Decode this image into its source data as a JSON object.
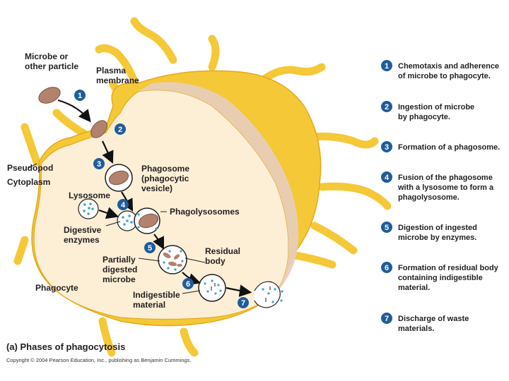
{
  "labels": {
    "microbe": [
      "Microbe or",
      "other particle"
    ],
    "plasma_membrane": [
      "Plasma",
      "membrane"
    ],
    "pseudopod": "Pseudopod",
    "cytoplasm": "Cytoplasm",
    "lysosome": "Lysosome",
    "phagosome": [
      "Phagosome",
      "(phagocytic",
      "vesicle)"
    ],
    "phagolysosomes": "Phagolysosomes",
    "digestive_enzymes": [
      "Digestive",
      "enzymes"
    ],
    "partially_digested": [
      "Partially",
      "digested",
      "microbe"
    ],
    "residual_body": [
      "Residual",
      "body"
    ],
    "phagocyte": "Phagocyte",
    "indigestible": [
      "Indigestible",
      "material"
    ]
  },
  "step_markers": [
    "1",
    "2",
    "3",
    "4",
    "5",
    "6",
    "7"
  ],
  "legend": [
    {
      "num": "1",
      "lines": [
        "Chemotaxis and adherence",
        "of microbe to phagocyte."
      ]
    },
    {
      "num": "2",
      "lines": [
        "Ingestion of microbe",
        "by phagocyte."
      ]
    },
    {
      "num": "3",
      "lines": [
        "Formation of a phagosome."
      ]
    },
    {
      "num": "4",
      "lines": [
        "Fusion of the phagosome",
        "with a lysosome to form a",
        "phagolysosome."
      ]
    },
    {
      "num": "5",
      "lines": [
        "Digestion of ingested",
        "microbe by enzymes."
      ]
    },
    {
      "num": "6",
      "lines": [
        "Formation of residual body",
        "containing indigestible",
        "material."
      ]
    },
    {
      "num": "7",
      "lines": [
        "Discharge of waste",
        "materials."
      ]
    }
  ],
  "caption": "(a) Phases of phagocytosis",
  "copyright": "Copyright © 2004 Pearson Education, Inc., publishing as Benjamin Cummings.",
  "colors": {
    "cell_outer": "#f5c838",
    "cell_outer_edge": "#e3a91a",
    "cytoplasm": "#fcefd6",
    "cut_shadow": "#e8cdbf",
    "microbe": "#b2826c",
    "enzyme_dot": "#3aa5c9",
    "step_circle": "#1f5c9c"
  }
}
